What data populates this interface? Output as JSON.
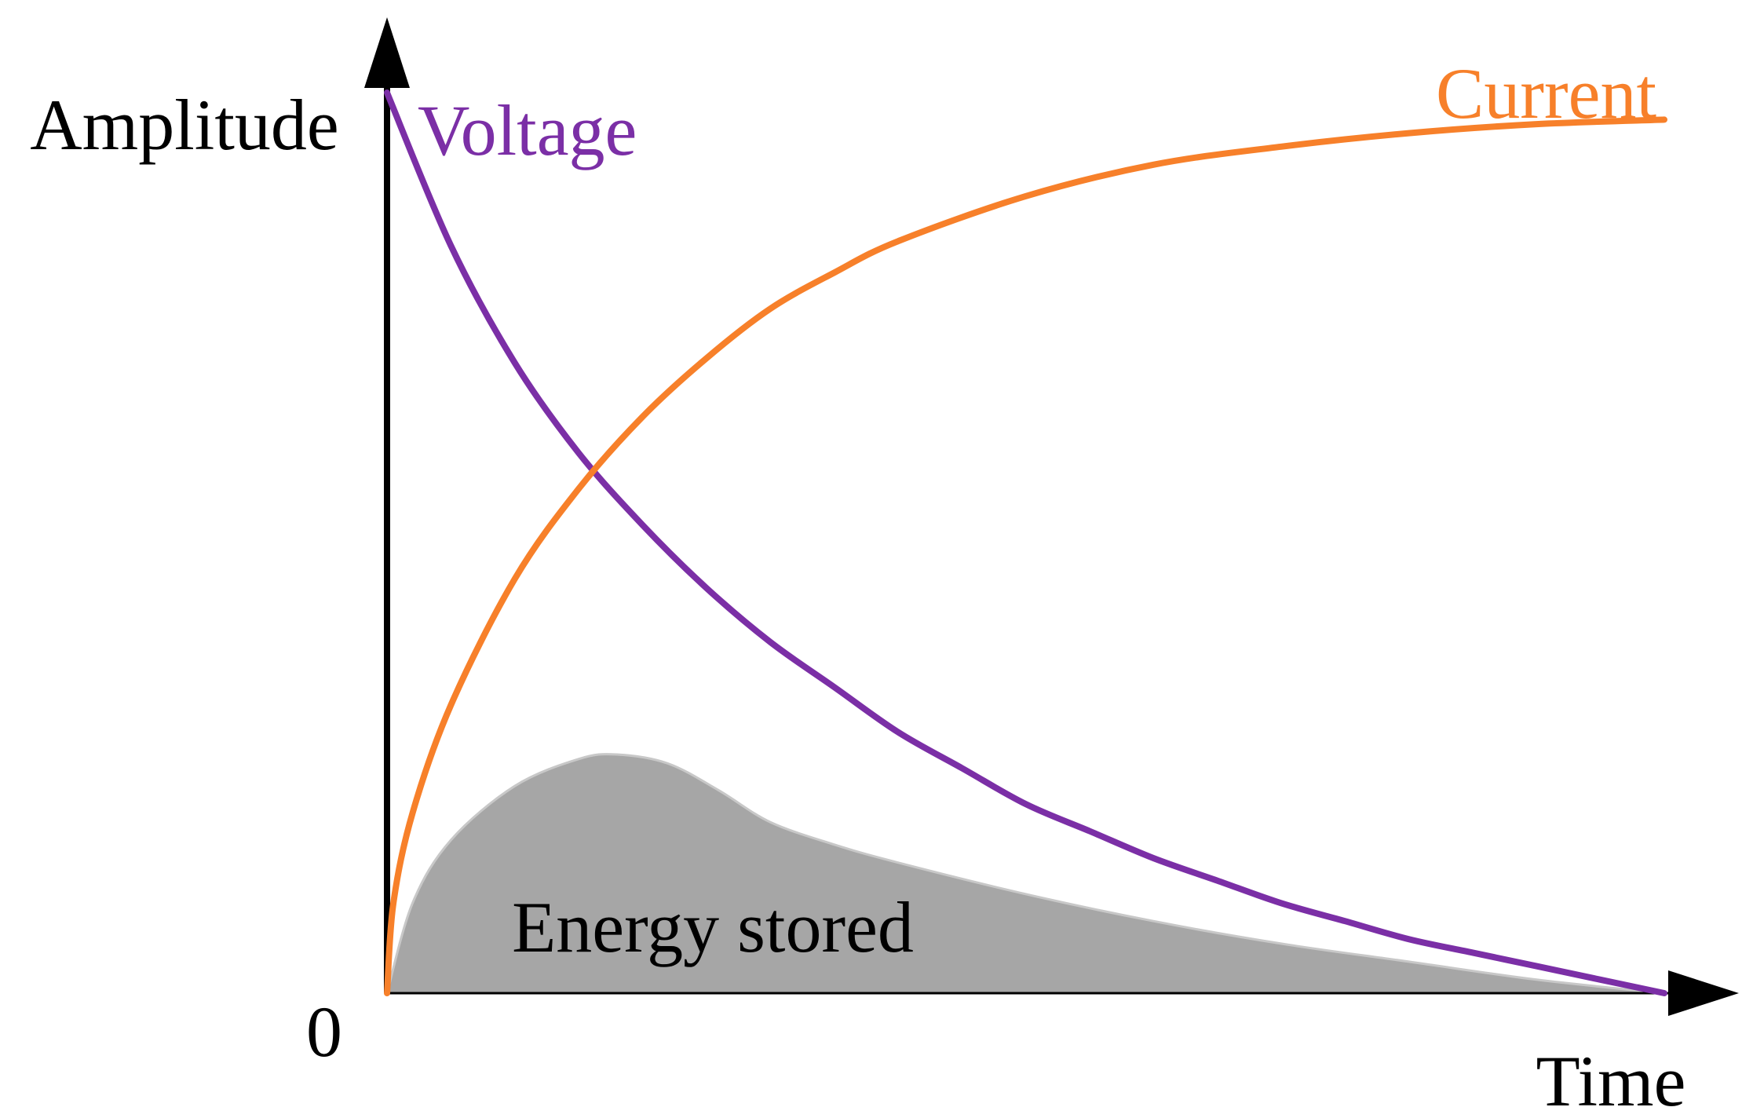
{
  "chart_data": {
    "type": "line",
    "title": "",
    "xlabel": "Time",
    "ylabel": "Amplitude",
    "origin_label": "0",
    "xlim": [
      0,
      1
    ],
    "ylim": [
      0,
      1
    ],
    "grid": false,
    "legend": "none",
    "series": [
      {
        "name": "Voltage",
        "color": "#7B2FA6",
        "x": [
          0,
          0.05,
          0.1,
          0.15,
          0.2,
          0.25,
          0.3,
          0.35,
          0.4,
          0.45,
          0.5,
          0.55,
          0.6,
          0.65,
          0.7,
          0.75,
          0.8,
          0.85,
          0.9,
          0.95,
          1.0
        ],
        "y": [
          1.0,
          0.83,
          0.7,
          0.6,
          0.52,
          0.45,
          0.39,
          0.34,
          0.29,
          0.25,
          0.21,
          0.18,
          0.15,
          0.125,
          0.1,
          0.08,
          0.06,
          0.045,
          0.03,
          0.015,
          0.0
        ]
      },
      {
        "name": "Current",
        "color": "#F7802A",
        "x": [
          0,
          0.005,
          0.02,
          0.05,
          0.1,
          0.15,
          0.2,
          0.25,
          0.3,
          0.35,
          0.4,
          0.5,
          0.6,
          0.7,
          0.8,
          0.9,
          1.0
        ],
        "y": [
          0.0,
          0.1,
          0.2,
          0.32,
          0.46,
          0.56,
          0.64,
          0.705,
          0.76,
          0.8,
          0.835,
          0.885,
          0.92,
          0.94,
          0.955,
          0.965,
          0.97
        ]
      },
      {
        "name": "Energy stored",
        "type": "area",
        "color": "#A6A6A6",
        "x": [
          0,
          0.02,
          0.05,
          0.1,
          0.15,
          0.18,
          0.22,
          0.26,
          0.3,
          0.35,
          0.4,
          0.5,
          0.6,
          0.7,
          0.8,
          0.9,
          1.0
        ],
        "y": [
          0.0,
          0.1,
          0.17,
          0.23,
          0.26,
          0.265,
          0.255,
          0.225,
          0.19,
          0.165,
          0.145,
          0.11,
          0.08,
          0.055,
          0.035,
          0.015,
          0.0
        ]
      }
    ],
    "annotations": [
      {
        "text": "Voltage",
        "color": "#7B2FA6"
      },
      {
        "text": "Current",
        "color": "#F7802A"
      },
      {
        "text": "Energy stored",
        "color": "#000000"
      }
    ]
  }
}
